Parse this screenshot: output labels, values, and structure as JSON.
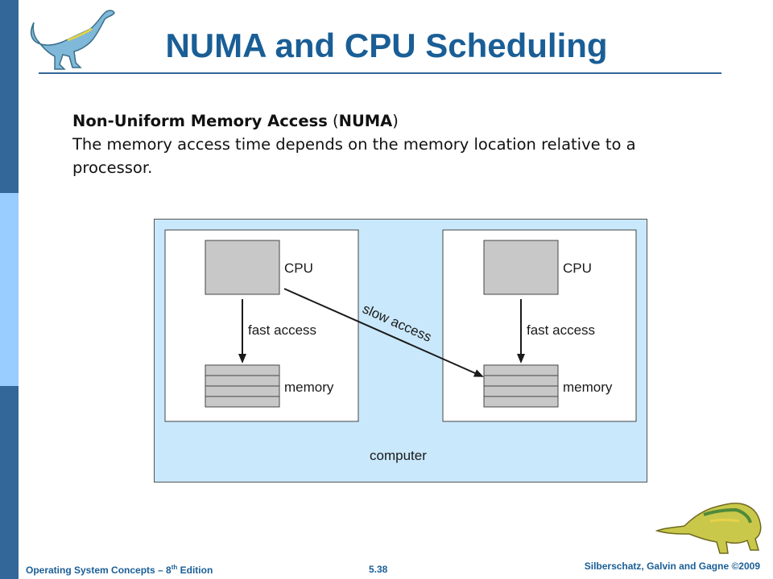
{
  "slide": {
    "title": "NUMA and CPU Scheduling",
    "definition_term": "Non-Uniform Memory Access",
    "definition_open": " (",
    "definition_abbrev": "NUMA",
    "definition_close": ")",
    "description": "The memory access time depends on the memory location relative to a processor."
  },
  "diagram": {
    "left_cpu": "CPU",
    "right_cpu": "CPU",
    "left_fast": "fast access",
    "right_fast": "fast access",
    "left_memory": "memory",
    "right_memory": "memory",
    "slow": "slow access",
    "computer": "computer"
  },
  "footer": {
    "book": "Operating System Concepts – 8",
    "edition_sup": "th",
    "edition_word": " Edition",
    "page": "5.38",
    "authors": "Silberschatz, Galvin and Gagne ©2009"
  },
  "icons": [
    "dinosaur-logo-icon",
    "dinosaur-footer-icon"
  ],
  "colors": {
    "accent": "#1a5e96",
    "sidebar": "#336699",
    "sidebar_light": "#99ccff",
    "figure_bg": "#c9e8fb"
  }
}
